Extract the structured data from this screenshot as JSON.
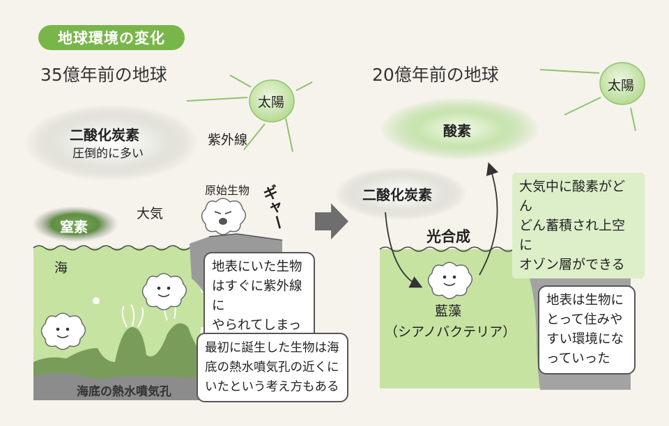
{
  "header": {
    "title": "地球環境の変化"
  },
  "left": {
    "era_title": "35億年前の地球",
    "sun_label": "太陽",
    "uv_label": "紫外線",
    "co2_label": "二酸化炭素",
    "co2_sub": "圧倒的に多い",
    "atmosphere_label": "大気",
    "nitrogen_label": "窒素",
    "organism_label": "原始生物",
    "scream_label": "ギャー",
    "sea_label": "海",
    "callout_surface": [
      "地表にいた生物",
      "はすぐに紫外線に",
      "やられてしまった"
    ],
    "callout_vent": [
      "最初に誕生した生物は海",
      "底の熱水噴気孔の近くに",
      "いたという考え方もある"
    ],
    "vent_label": "海底の熱水噴気孔"
  },
  "right": {
    "era_title": "20億年前の地球",
    "sun_label": "太陽",
    "oxygen_label": "酸素",
    "co2_label": "二酸化炭素",
    "photosynthesis_label": "光合成",
    "callout_ozone": [
      "大気中に酸素がどん",
      "どん蓄積され上空に",
      "オゾン層ができる"
    ],
    "algae_label": "藍藻",
    "algae_sub": "（シアノバクテリア）",
    "callout_land": [
      "地表は生物に",
      "とって住みや",
      "すい環境にな",
      "っていった"
    ]
  },
  "colors": {
    "pill_green": "#79b64a",
    "water_green": "#c6e3a2",
    "rock_gray": "#9a9a9a",
    "cloud_green": "#7fb060",
    "text_green": "#4c8a2e"
  }
}
